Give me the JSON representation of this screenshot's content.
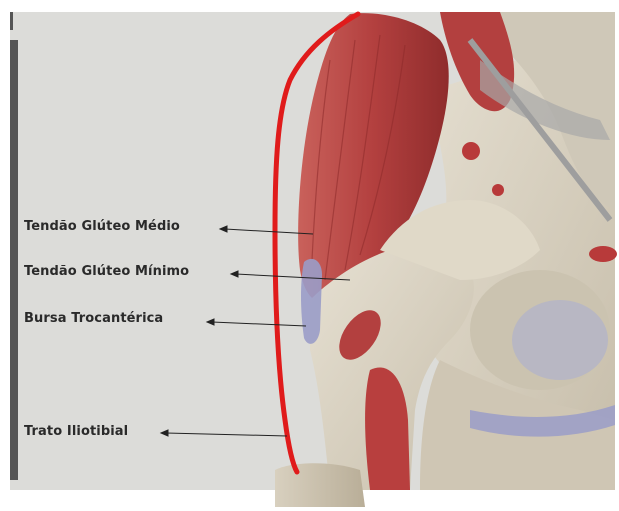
{
  "labels": [
    {
      "text": "Tendão Glúteo Médio"
    },
    {
      "text": "Tendão Glúteo Mínimo"
    },
    {
      "text": "Bursa Trocantérica"
    },
    {
      "text": "Trato Iliotibial"
    }
  ],
  "colors": {
    "background": "#dcdcd9",
    "muscle": "#b3403f",
    "muscle_dark": "#8c2a2a",
    "bone": "#d9d3c4",
    "bone_shadow": "#bdb5a3",
    "bursa": "#9a9cc8",
    "iliotibial_line": "#e01b1b",
    "left_bar": "#555555"
  }
}
